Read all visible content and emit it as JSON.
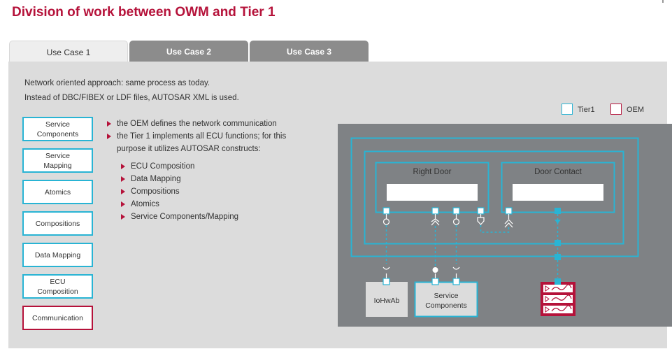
{
  "title": "Division of work between OWM and Tier 1",
  "tabs": [
    {
      "label": "Use Case 1",
      "active": true
    },
    {
      "label": "Use Case 2",
      "active": false
    },
    {
      "label": "Use Case 3",
      "active": false
    }
  ],
  "intro": [
    "Network oriented approach: same process as today.",
    "Instead of DBC/FIBEX or LDF files, AUTOSAR XML is used."
  ],
  "legend": {
    "tier1": {
      "label": "Tier1",
      "color": "#29b4d4"
    },
    "oem": {
      "label": "OEM",
      "color": "#b5123a"
    }
  },
  "side_buttons": [
    {
      "label": "Service\nComponents",
      "owner": "tier1"
    },
    {
      "label": "Service\nMapping",
      "owner": "tier1"
    },
    {
      "label": "Atomics",
      "owner": "tier1"
    },
    {
      "label": "Compositions",
      "owner": "tier1"
    },
    {
      "label": "Data Mapping",
      "owner": "tier1"
    },
    {
      "label": "ECU\nComposition",
      "owner": "tier1"
    },
    {
      "label": "Communication",
      "owner": "oem"
    }
  ],
  "bullets": {
    "main": [
      "the OEM defines the network communication",
      "the Tier 1 implements all ECU functions; for this",
      "purpose it utilizes AUTOSAR constructs:"
    ],
    "sub": [
      "ECU Composition",
      "Data Mapping",
      "Compositions",
      "Atomics",
      "Service Components/Mapping"
    ]
  },
  "diagram": {
    "right_door": "Right Door",
    "door_contact": "Door Contact",
    "iohwab": "IoHwAb",
    "service_components": "Service\nComponents",
    "colors": {
      "bg": "#7f8285",
      "tier1": "#29b4d4",
      "oem": "#b5123a",
      "box_fill": "#dcdcdc"
    }
  }
}
